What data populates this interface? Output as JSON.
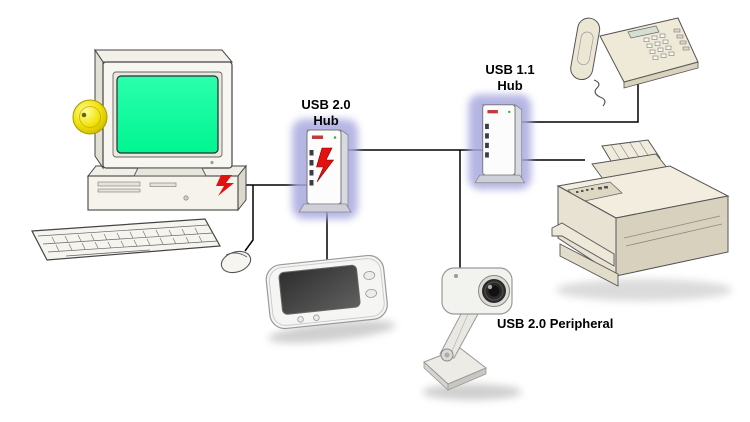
{
  "figure": {
    "type": "usb-topology-illustration",
    "background": "#ffffff",
    "labels": {
      "usb2_hub_line1": "USB 2.0",
      "usb2_hub_line2": "Hub",
      "usb1_hub_line1": "USB 1.1",
      "usb1_hub_line2": "Hub",
      "usb2_peripheral": "USB 2.0 Peripheral"
    },
    "nodes": [
      {
        "id": "computer",
        "kind": "host",
        "description": "Desktop PC with CRT monitor (green screen), keyboard, mouse and yellow ball"
      },
      {
        "id": "usb2-hub",
        "kind": "hub",
        "label": "USB 2.0 Hub",
        "badge": "red lightning bolt"
      },
      {
        "id": "usb1-hub",
        "kind": "hub",
        "label": "USB 1.1 Hub"
      },
      {
        "id": "telephone",
        "kind": "peripheral",
        "description": "Desk telephone with handset and keypad"
      },
      {
        "id": "printer",
        "kind": "peripheral",
        "description": "Multifunction printer / fax with paper trays"
      },
      {
        "id": "tablet",
        "kind": "peripheral",
        "description": "Touch tablet with dark pad"
      },
      {
        "id": "webcam",
        "kind": "peripheral",
        "label": "USB 2.0 Peripheral",
        "description": "Web camera on tilted stand"
      }
    ],
    "edges": [
      {
        "from": "computer",
        "to": "usb2-hub"
      },
      {
        "from": "computer",
        "to": "mouse"
      },
      {
        "from": "usb2-hub",
        "to": "usb1-hub"
      },
      {
        "from": "usb2-hub",
        "to": "tablet"
      },
      {
        "from": "usb2-hub",
        "to": "webcam"
      },
      {
        "from": "usb1-hub",
        "to": "telephone"
      },
      {
        "from": "usb1-hub",
        "to": "printer"
      }
    ],
    "colors": {
      "screen_green": "#00ff9c",
      "hub_glow": "#a9a9e0",
      "lightning_red": "#e41111",
      "cable": "#000000",
      "device_beige": "#efe9d8"
    }
  }
}
